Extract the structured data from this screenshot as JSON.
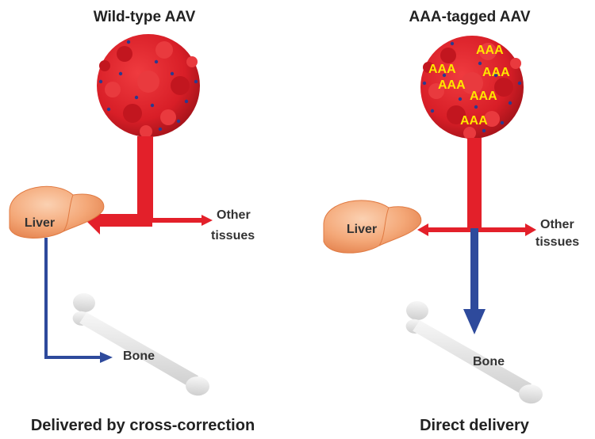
{
  "left": {
    "title": "Wild-type AAV",
    "organ": "Liver",
    "other_tissues": [
      "Other",
      "tissues"
    ],
    "target": "Bone",
    "caption": "Delivered by cross-correction"
  },
  "right": {
    "title": "AAA-tagged AAV",
    "tags": [
      "AAA",
      "AAA",
      "AAA",
      "AAA",
      "AAA",
      "AAA"
    ],
    "organ": "Liver",
    "other_tissues": [
      "Other",
      "tissues"
    ],
    "target": "Bone",
    "caption": "Direct delivery"
  },
  "colors": {
    "virus_red": "#d81e27",
    "arrow_red": "#e3202a",
    "arrow_blue": "#2e4a9c",
    "liver_fill": "#f4a878",
    "bone_fill": "#e4e4e4",
    "tag_yellow": "#ffe600"
  }
}
